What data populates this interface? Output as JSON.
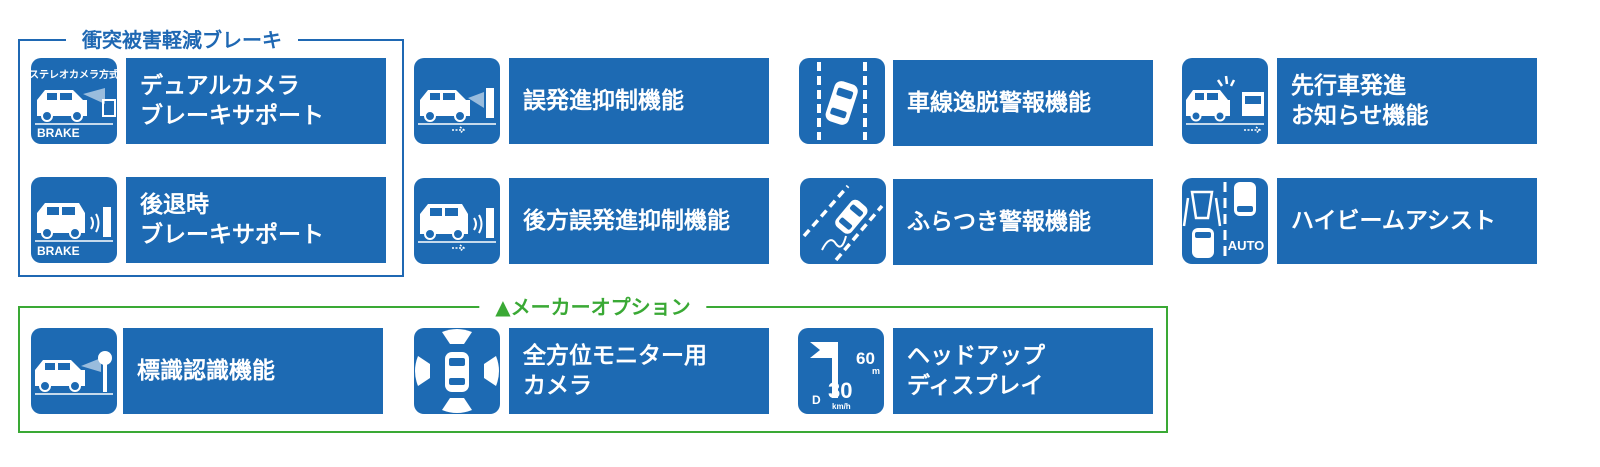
{
  "groups": {
    "collision": {
      "title": "衝突被害軽減ブレーキ"
    },
    "option": {
      "title": "▲メーカーオプション"
    }
  },
  "features": [
    {
      "id": "stereo",
      "label": "デュアルカメラ\nブレーキサポート",
      "icon": "stereo-camera-brake-icon",
      "icon_top_text": "ステレオカメラ方式",
      "icon_bottom_text": "BRAKE"
    },
    {
      "id": "rear-brake",
      "label": "後退時\nブレーキサポート",
      "icon": "rear-brake-icon",
      "icon_bottom_text": "BRAKE"
    },
    {
      "id": "misstart",
      "label": "誤発進抑制機能",
      "icon": "misstart-prevention-icon"
    },
    {
      "id": "rear-misstart",
      "label": "後方誤発進抑制機能",
      "icon": "rear-misstart-prevention-icon"
    },
    {
      "id": "lane",
      "label": "車線逸脱警報機能",
      "icon": "lane-departure-icon"
    },
    {
      "id": "wobble",
      "label": "ふらつき警報機能",
      "icon": "wobble-warning-icon"
    },
    {
      "id": "lead-car",
      "label": "先行車発進\nお知らせ機能",
      "icon": "lead-car-start-icon"
    },
    {
      "id": "high-beam",
      "label": "ハイビームアシスト",
      "icon": "high-beam-assist-icon",
      "icon_bottom_text": "AUTO"
    },
    {
      "id": "sign",
      "label": "標識認識機能",
      "icon": "sign-recognition-icon"
    },
    {
      "id": "around-view",
      "label": "全方位モニター用\nカメラ",
      "icon": "around-view-camera-icon"
    },
    {
      "id": "hud",
      "label": "ヘッドアップ\nディスプレイ",
      "icon": "head-up-display-icon",
      "icon_texts": {
        "dist": "60",
        "dist_unit": "m",
        "gear": "D",
        "speed": "30",
        "speed_unit": "km/h"
      }
    }
  ],
  "colors": {
    "blue": "#1d6ab3",
    "green": "#3aa935",
    "white": "#ffffff"
  }
}
